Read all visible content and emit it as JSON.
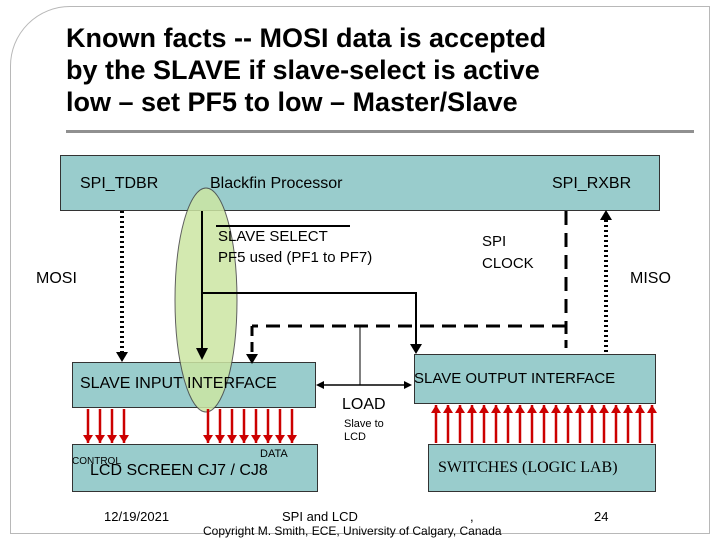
{
  "slide": {
    "title_lines": [
      "Known facts -- MOSI data is accepted",
      "by the SLAVE if slave-select is active",
      "low – set PF5 to low – Master/Slave"
    ]
  },
  "diagram": {
    "processor_box": {
      "spi_tdbr": "SPI_TDBR",
      "processor": "Blackfin Processor",
      "spi_rxbr": "SPI_RXBR"
    },
    "slave_select_line1": "SLAVE SELECT",
    "slave_select_line2": "PF5 used (PF1 to PF7)",
    "spi_clock_line1": "SPI",
    "spi_clock_line2": "CLOCK",
    "mosi": "MOSI",
    "miso": "MISO",
    "slave_input_interface": "SLAVE INPUT INTERFACE",
    "slave_output_interface": "SLAVE OUTPUT INTERFACE",
    "load": "LOAD",
    "slave_to_lcd_line1": "Slave to",
    "slave_to_lcd_line2": "LCD",
    "control": "CONTROL",
    "data": "DATA",
    "lcd_screen": "LCD SCREEN  CJ7 / CJ8",
    "switches": "SWITCHES (LOGIC LAB)",
    "colors": {
      "box_fill": "#99cccc",
      "arrow_red": "#cc0000",
      "highlight_oval": "#cce6a3"
    }
  },
  "footer": {
    "date": "12/19/2021",
    "course_line1": "SPI and LCD",
    "dot": ",",
    "course_line2": "Copyright M. Smith, ECE, University of Calgary, Canada",
    "page_number": "24"
  }
}
